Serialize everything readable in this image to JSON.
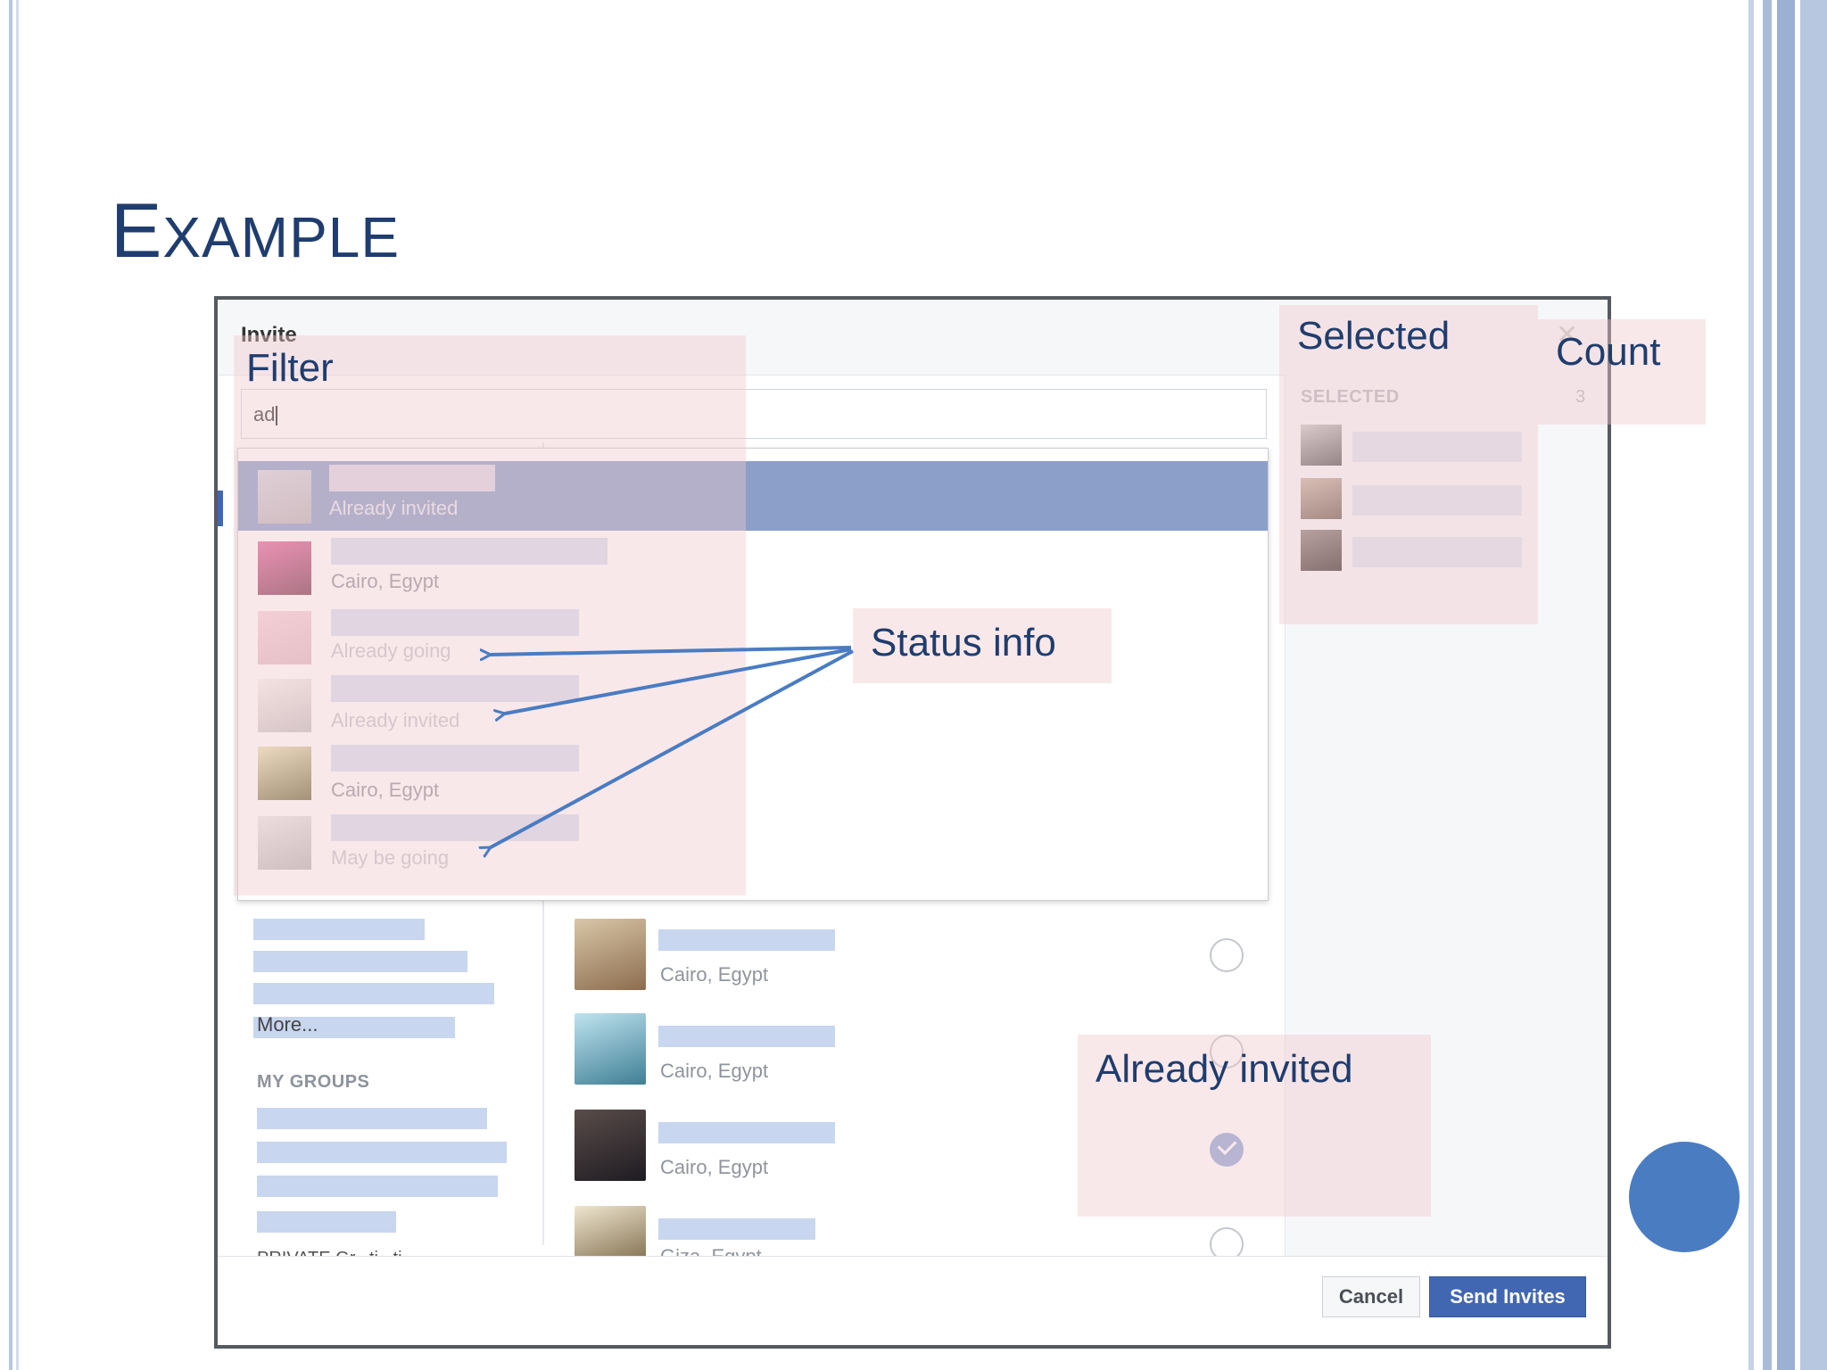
{
  "slide": {
    "title_first": "E",
    "title_rest": "XAMPLE"
  },
  "dialog": {
    "title": "Invite",
    "close_symbol": "✕",
    "search": {
      "value": "ad"
    },
    "left_nav": {
      "more_label": "More...",
      "groups_label": "MY GROUPS",
      "private_label": "PRIVATE Gr...ti...ti"
    },
    "people": [
      {
        "location": "Cairo, Egypt",
        "state": "unselected"
      },
      {
        "location": "Cairo, Egypt",
        "state": "unselected"
      },
      {
        "location": "Cairo, Egypt",
        "state": "invited"
      },
      {
        "location": "Giza, Egypt",
        "state": "unselected"
      }
    ],
    "selected_panel": {
      "label": "SELECTED",
      "count": "3"
    },
    "dropdown": [
      {
        "status": "Already invited"
      },
      {
        "status": "Cairo, Egypt"
      },
      {
        "status": "Already going"
      },
      {
        "status": "Already invited"
      },
      {
        "status": "Cairo, Egypt"
      },
      {
        "status": "May be going"
      }
    ],
    "buttons": {
      "cancel": "Cancel",
      "send": "Send Invites"
    }
  },
  "annotations": {
    "filter": "Filter",
    "selected": "Selected",
    "count": "Count",
    "status_info": "Status info",
    "already_invited": "Already invited"
  },
  "colors": {
    "title_blue": "#1f3d6e",
    "fb_blue": "#4267b2",
    "annotation_pink": "#f0c8cd",
    "arrow_blue": "#4a7cc2"
  }
}
